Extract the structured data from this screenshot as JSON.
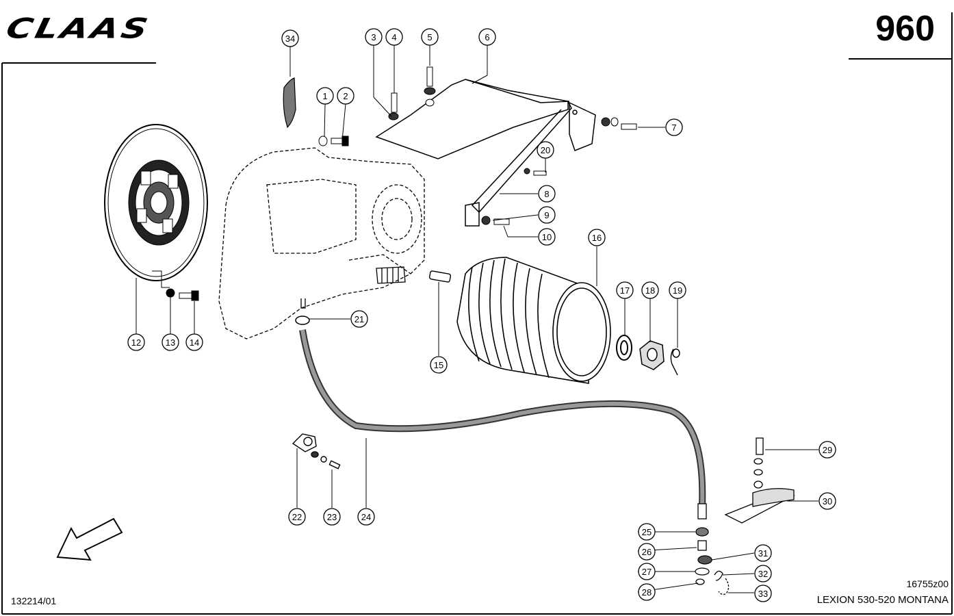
{
  "header": {
    "brand": "CLAAS",
    "page_number": "960"
  },
  "footer": {
    "document_ref": "132214/01",
    "drawing_number": "16755z00",
    "model": "LEXION 530-520 MONTANA"
  },
  "callouts": [
    "1",
    "2",
    "3",
    "4",
    "5",
    "6",
    "7",
    "8",
    "9",
    "10",
    "12",
    "13",
    "14",
    "15",
    "16",
    "17",
    "18",
    "19",
    "20",
    "21",
    "22",
    "23",
    "24",
    "25",
    "26",
    "27",
    "28",
    "29",
    "30",
    "31",
    "32",
    "33",
    "34"
  ]
}
